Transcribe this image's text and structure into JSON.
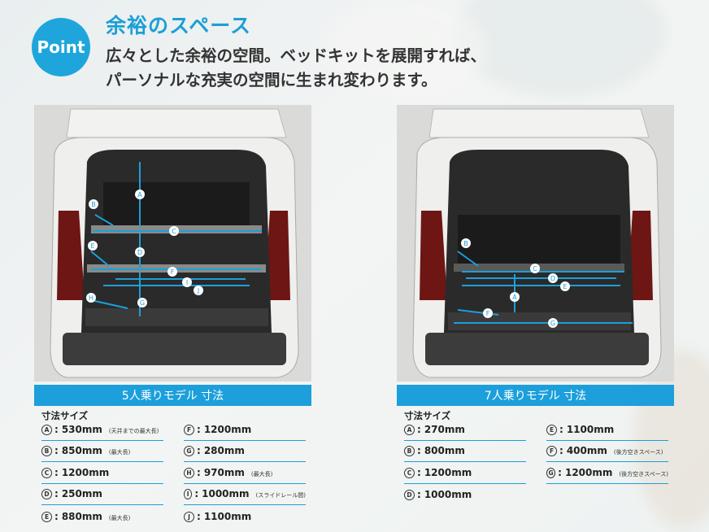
{
  "badge": "Point",
  "headline": "余裕のスペース",
  "lead": [
    "広々とした余裕の空間。ベッドキットを展開すれば、",
    "パーソナルな充実の空間に生まれ変わります。"
  ],
  "colors": {
    "accent": "#1c9fdb",
    "badge": "#1ea6dc"
  },
  "five_seat": {
    "caption": "5人乗りモデル 寸法",
    "spec_title": "寸法サイズ",
    "photo_labels": [
      "A",
      "B",
      "C",
      "D",
      "E",
      "F",
      "G",
      "H",
      "I",
      "J"
    ],
    "specs_col1": [
      {
        "sym": "A",
        "value": "530mm",
        "note": "(天井までの最大長)"
      },
      {
        "sym": "B",
        "value": "850mm",
        "note": "(最大長)"
      },
      {
        "sym": "C",
        "value": "1200mm",
        "note": ""
      },
      {
        "sym": "D",
        "value": "250mm",
        "note": ""
      },
      {
        "sym": "E",
        "value": "880mm",
        "note": "(最大長)"
      }
    ],
    "specs_col2": [
      {
        "sym": "F",
        "value": "1200mm",
        "note": ""
      },
      {
        "sym": "G",
        "value": "280mm",
        "note": ""
      },
      {
        "sym": "H",
        "value": "970mm",
        "note": "(最大長)"
      },
      {
        "sym": "I",
        "value": "1000mm",
        "note": "(スライドレール間)"
      },
      {
        "sym": "J",
        "value": "1100mm",
        "note": ""
      }
    ]
  },
  "seven_seat": {
    "caption": "7人乗りモデル 寸法",
    "spec_title": "寸法サイズ",
    "photo_labels": [
      "A",
      "B",
      "C",
      "D",
      "E",
      "F",
      "G"
    ],
    "specs_col1": [
      {
        "sym": "A",
        "value": "270mm",
        "note": ""
      },
      {
        "sym": "B",
        "value": "800mm",
        "note": ""
      },
      {
        "sym": "C",
        "value": "1200mm",
        "note": ""
      },
      {
        "sym": "D",
        "value": "1000mm",
        "note": ""
      }
    ],
    "specs_col2": [
      {
        "sym": "E",
        "value": "1100mm",
        "note": ""
      },
      {
        "sym": "F",
        "value": "400mm",
        "note": "(後方空きスペース)"
      },
      {
        "sym": "G",
        "value": "1200mm",
        "note": "(後方空きスペース)"
      }
    ]
  }
}
